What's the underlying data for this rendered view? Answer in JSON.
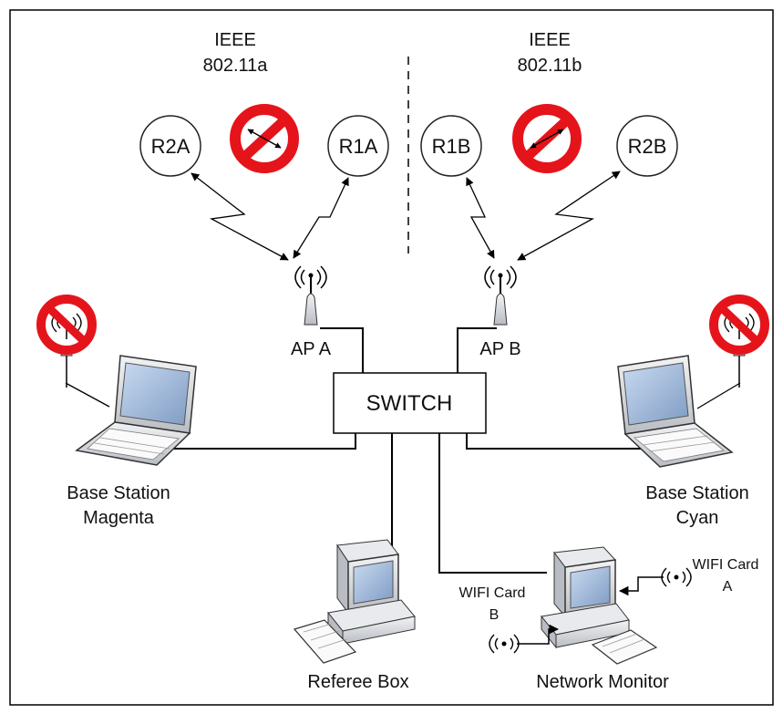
{
  "standards": {
    "left": {
      "line1": "IEEE",
      "line2": "802.11a"
    },
    "right": {
      "line1": "IEEE",
      "line2": "802.11b"
    }
  },
  "robots": {
    "r2a": "R2A",
    "r1a": "R1A",
    "r1b": "R1B",
    "r2b": "R2B"
  },
  "access_points": {
    "a": "AP A",
    "b": "AP B"
  },
  "switch_label": "SWITCH",
  "base_stations": {
    "magenta": {
      "line1": "Base Station",
      "line2": "Magenta"
    },
    "cyan": {
      "line1": "Base Station",
      "line2": "Cyan"
    }
  },
  "referee_box": "Referee Box",
  "network_monitor": "Network Monitor",
  "wifi_cards": {
    "a": {
      "line1": "WIFI Card",
      "line2": "A"
    },
    "b": {
      "line1": "WIFI Card",
      "line2": "B"
    }
  },
  "colors": {
    "prohibition_red": "#e5141b",
    "screen_blue": "#9fb8d8",
    "device_gray": "#c8cbd0"
  }
}
